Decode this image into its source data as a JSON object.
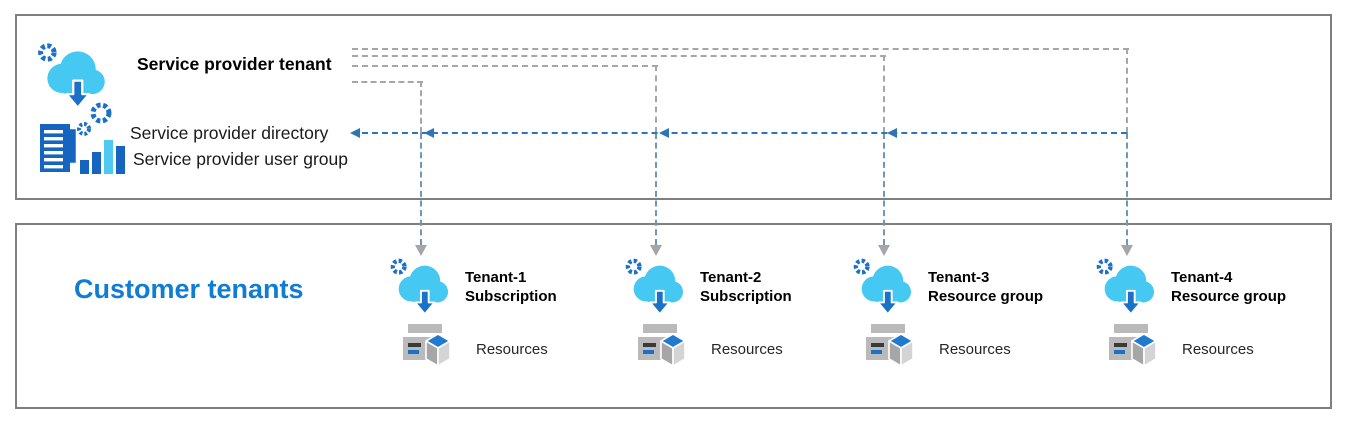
{
  "provider": {
    "title": "Service provider tenant",
    "directory_label": "Service provider directory",
    "user_group_label": "Service provider user group"
  },
  "customers": {
    "heading": "Customer tenants",
    "tenants": [
      {
        "name": "Tenant-1",
        "scope": "Subscription",
        "resources": "Resources"
      },
      {
        "name": "Tenant-2",
        "scope": "Subscription",
        "resources": "Resources"
      },
      {
        "name": "Tenant-3",
        "scope": "Resource group",
        "resources": "Resources"
      },
      {
        "name": "Tenant-4",
        "scope": "Resource group",
        "resources": "Resources"
      }
    ]
  },
  "icons": {
    "provider_cloud": "cloud-gear-download-icon",
    "provider_directory": "directory-gears-bar-chart-icon",
    "tenant_cloud": "cloud-gear-download-icon",
    "resources": "server-cube-icon"
  },
  "colors": {
    "cloud_cyan": "#45C9F2",
    "icon_blue": "#1B70C8",
    "dark_icon_blue": "#1565C0",
    "heading_blue": "#0F7CD6",
    "link_blue": "#2E75B6",
    "line_gray": "#A6A6A6",
    "box_border_gray": "#7F7F7F"
  }
}
